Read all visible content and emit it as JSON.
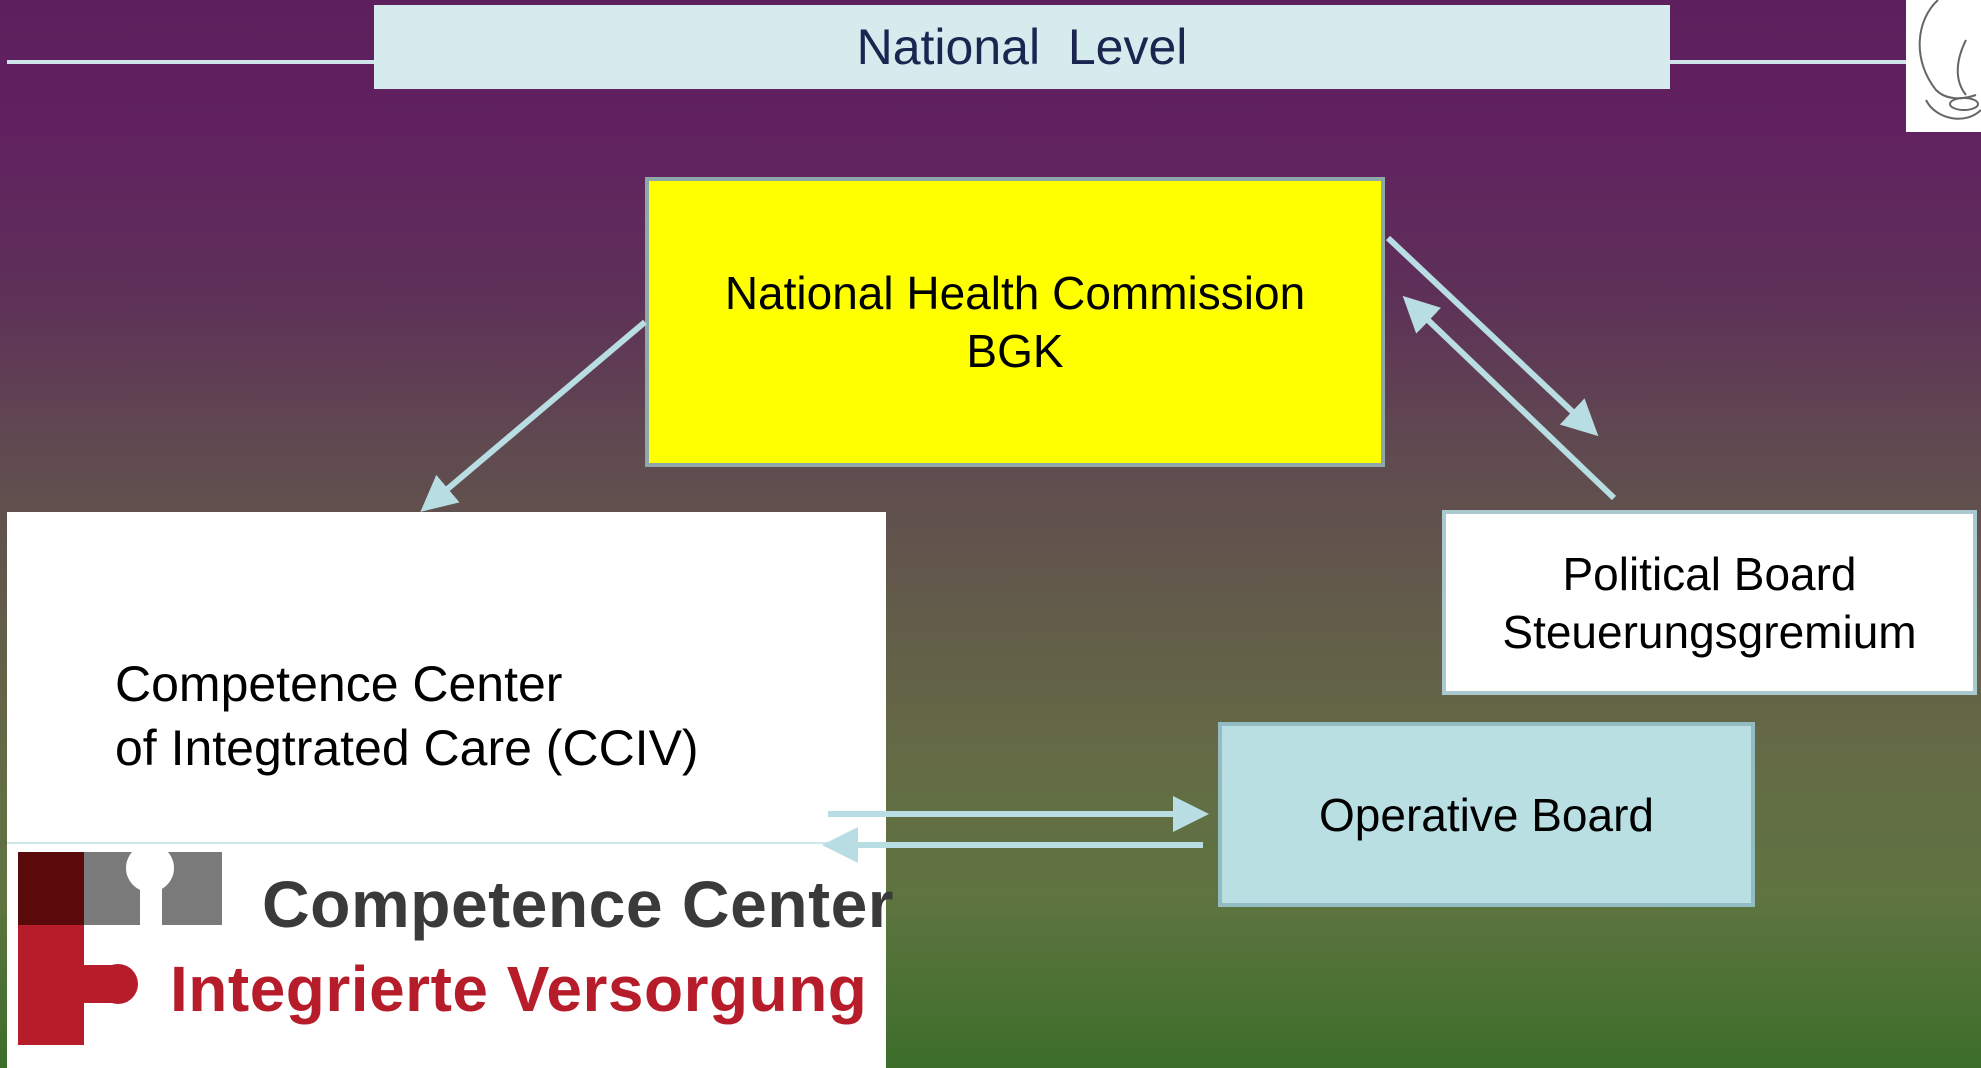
{
  "header": {
    "title": "National  Level"
  },
  "boxes": {
    "nhc": {
      "line1": "National Health Commission",
      "line2": "BGK"
    },
    "political": {
      "line1": "Political Board",
      "line2": "Steuerungsgremium"
    },
    "operative": {
      "label": "Operative Board"
    },
    "cciv": {
      "line1": "Competence Center",
      "line2": "of Integtrated Care (CCIV)"
    }
  },
  "logo": {
    "line1": "Competence Center",
    "line2": "Integrierte Versorgung",
    "colors": {
      "dark_red": "#5a0a0a",
      "red": "#b71c2a",
      "gray": "#7a7a7a"
    }
  },
  "colors": {
    "accent_yellow": "#ffff00",
    "arrow": "#b8dde2",
    "title_text": "#1a2550"
  }
}
